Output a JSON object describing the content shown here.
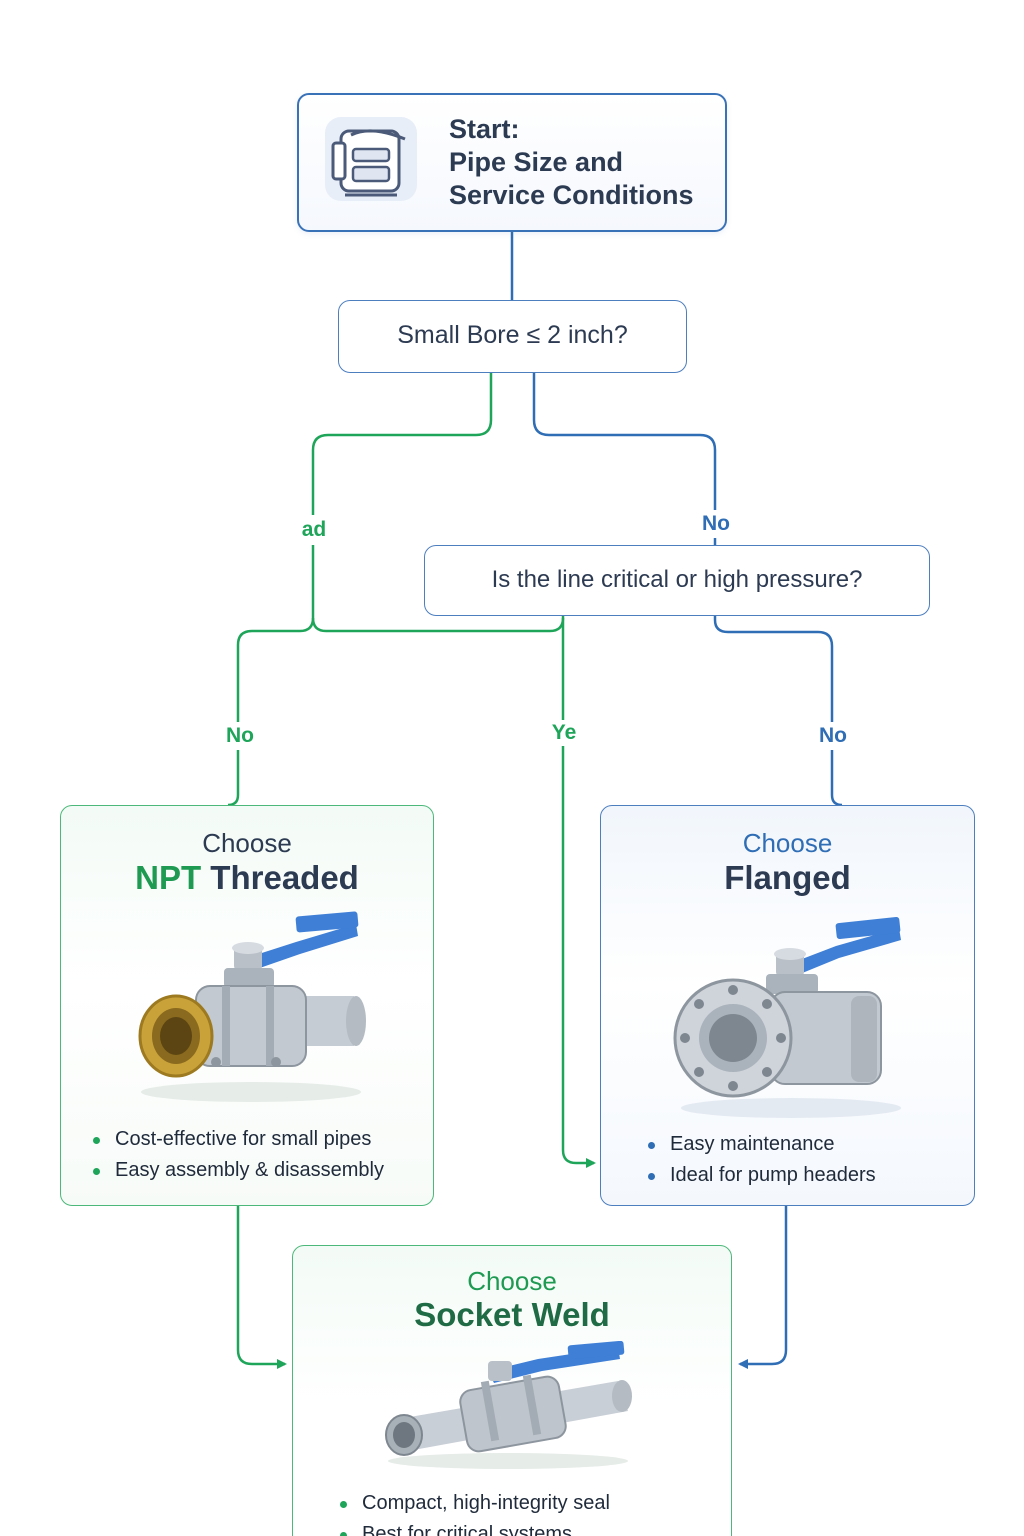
{
  "start": {
    "line1": "Start:",
    "line2": "Pipe Size and",
    "line3": "Service Conditions",
    "icon": "valve-outline-icon"
  },
  "q1": {
    "text": "Small Bore ≤ 2 inch?"
  },
  "q2": {
    "text": "Is the line critical or high pressure?"
  },
  "edges": {
    "q1_left": "ad",
    "q1_right": "No",
    "split_left": "No",
    "split_middle": "Ye",
    "q2_right": "No"
  },
  "npt": {
    "choose": "Choose",
    "title_accent": "NPT",
    "title_rest": " Threaded",
    "bullets": [
      "Cost-effective for small pipes",
      "Easy assembly & disassembly"
    ],
    "icon": "threaded-ball-valve-icon"
  },
  "flanged": {
    "choose": "Choose",
    "title": "Flanged",
    "bullets": [
      "Easy maintenance",
      "Ideal for pump headers"
    ],
    "icon": "flanged-ball-valve-icon"
  },
  "socket": {
    "choose": "Choose",
    "title": "Socket Weld",
    "bullets": [
      "Compact, high-integrity seal",
      "Best for critical systems"
    ],
    "icon": "socket-weld-ball-valve-icon"
  },
  "colors": {
    "green": "#1fa55a",
    "blue": "#2f6db5",
    "text": "#2c3a52",
    "handle": "#3f7fd6",
    "brass": "#c9a23a"
  }
}
